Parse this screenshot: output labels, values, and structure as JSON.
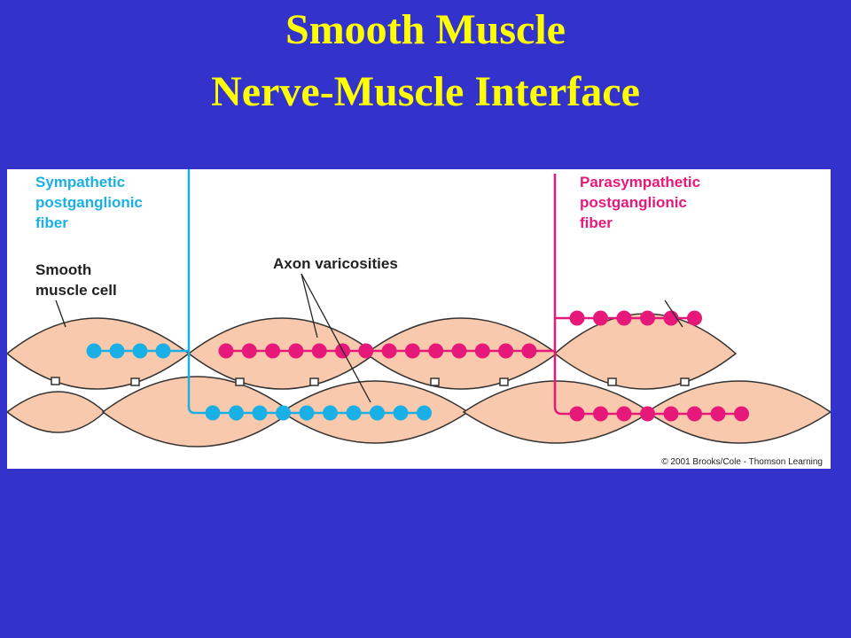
{
  "slide": {
    "background": "#3333cc",
    "title_line1": "Smooth Muscle",
    "title_line2": "Nerve-Muscle Interface",
    "title_color": "#ffff00"
  },
  "diagram": {
    "labels": {
      "sympathetic_line1": "Sympathetic",
      "sympathetic_line2": "postganglionic",
      "sympathetic_line3": "fiber",
      "smooth_muscle_line1": "Smooth",
      "smooth_muscle_line2": "muscle cell",
      "axon_varicosities": "Axon varicosities",
      "parasympathetic_line1": "Parasympathetic",
      "parasympathetic_line2": "postganglionic",
      "parasympathetic_line3": "fiber"
    },
    "copyright": "© 2001 Brooks/Cole - Thomson Learning",
    "colors": {
      "sympathetic": "#1ab0e6",
      "parasympathetic": "#e6197a",
      "muscle_fill": "#f9c9ad",
      "muscle_outline": "#333333"
    }
  }
}
